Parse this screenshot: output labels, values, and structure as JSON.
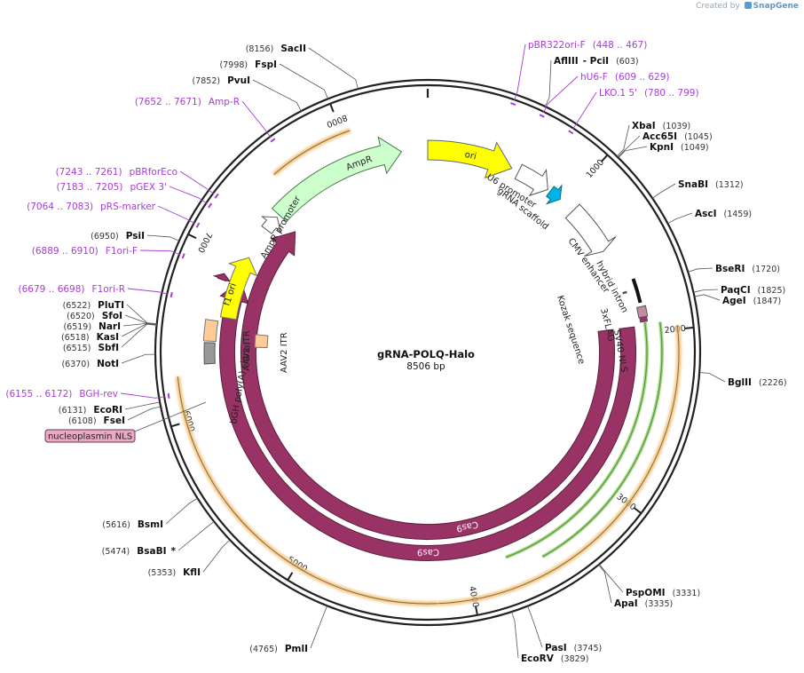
{
  "credit": {
    "prefix": "Created by",
    "brand": "SnapGene"
  },
  "plasmid": {
    "name": "gRNA-POLQ-Halo",
    "size": "8506 bp"
  },
  "ring_ticks": [
    "1000",
    "2000",
    "3000",
    "4000",
    "5000",
    "6000",
    "7000",
    "8000"
  ],
  "restriction_sites": [
    {
      "name": "SacII",
      "pos": "(8156)"
    },
    {
      "name": "FspI",
      "pos": "(7998)"
    },
    {
      "name": "PvuI",
      "pos": "(7852)"
    },
    {
      "name": "AflIII",
      "extra": "- PciI",
      "pos": "(603)"
    },
    {
      "name": "XbaI",
      "pos": "(1039)"
    },
    {
      "name": "Acc65I",
      "pos": "(1045)"
    },
    {
      "name": "KpnI",
      "pos": "(1049)"
    },
    {
      "name": "SnaBI",
      "pos": "(1312)"
    },
    {
      "name": "AscI",
      "pos": "(1459)"
    },
    {
      "name": "BseRI",
      "pos": "(1720)"
    },
    {
      "name": "PaqCI",
      "pos": "(1825)"
    },
    {
      "name": "AgeI",
      "pos": "(1847)"
    },
    {
      "name": "BglII",
      "pos": "(2226)"
    },
    {
      "name": "PspOMI",
      "pos": "(3331)"
    },
    {
      "name": "ApaI",
      "pos": "(3335)"
    },
    {
      "name": "PasI",
      "pos": "(3745)"
    },
    {
      "name": "EcoRV",
      "pos": "(3829)"
    },
    {
      "name": "PmlI",
      "pos": "(4765)"
    },
    {
      "name": "KflI",
      "pos": "(5353)"
    },
    {
      "name": "BsaBI",
      "extra": "*",
      "pos": "(5474)"
    },
    {
      "name": "BsmI",
      "pos": "(5616)"
    },
    {
      "name": "FseI",
      "pos": "(6108)"
    },
    {
      "name": "EcoRI",
      "pos": "(6131)"
    },
    {
      "name": "NotI",
      "pos": "(6370)"
    },
    {
      "name": "SbfI",
      "pos": "(6515)"
    },
    {
      "name": "KasI",
      "pos": "(6518)"
    },
    {
      "name": "NarI",
      "pos": "(6519)"
    },
    {
      "name": "SfoI",
      "pos": "(6520)"
    },
    {
      "name": "PluTI",
      "pos": "(6522)"
    },
    {
      "name": "PsiI",
      "pos": "(6950)"
    }
  ],
  "primers": [
    {
      "name": "pBR322ori-F",
      "range": "(448 .. 467)"
    },
    {
      "name": "hU6-F",
      "range": "(609 .. 629)"
    },
    {
      "name": "LKO.1 5'",
      "range": "(780 .. 799)"
    },
    {
      "name": "Amp-R",
      "range": "(7652 .. 7671)"
    },
    {
      "name": "pBRforEco",
      "range": "(7243 .. 7261)"
    },
    {
      "name": "pGEX 3'",
      "range": "(7183 .. 7205)"
    },
    {
      "name": "pRS-marker",
      "range": "(7064 .. 7083)"
    },
    {
      "name": "F1ori-F",
      "range": "(6889 .. 6910)"
    },
    {
      "name": "F1ori-R",
      "range": "(6679 .. 6698)"
    },
    {
      "name": "BGH-rev",
      "range": "(6155 .. 6172)"
    }
  ],
  "features": {
    "ori": "ori",
    "ampr": "AmpR",
    "ampr_promoter": "AmpR promoter",
    "f1_ori": "f1 ori",
    "u6_promoter": "U6 promoter",
    "grna_scaffold": "gRNA scaffold",
    "cmv_enhancer": "CMV enhancer",
    "hybrid_intron": "hybrid intron",
    "kozak": "Kozak sequence",
    "flag": "3xFLAG",
    "sv40_nls": "SV40 NLS",
    "aav2_itr_1": "AAV2 ITR",
    "aav2_itr_2": "AAV2 ITR",
    "bgh": "bGH poly(A) signal",
    "cas9_inner": "Cas9",
    "cas9_outer": "Cas9",
    "nucleoplasmin": "nucleoplasmin NLS"
  },
  "colors": {
    "backbone": "#222222",
    "ori": "#ffff00",
    "ampr": "#ccffcc",
    "cas9": "#993366",
    "primer": "#a63dd6",
    "orange_glow": "#f2c27a",
    "green_line": "#4d9e2a",
    "grna": "#00b4e6",
    "itr": "#ffcc99",
    "bgh": "#999999"
  }
}
